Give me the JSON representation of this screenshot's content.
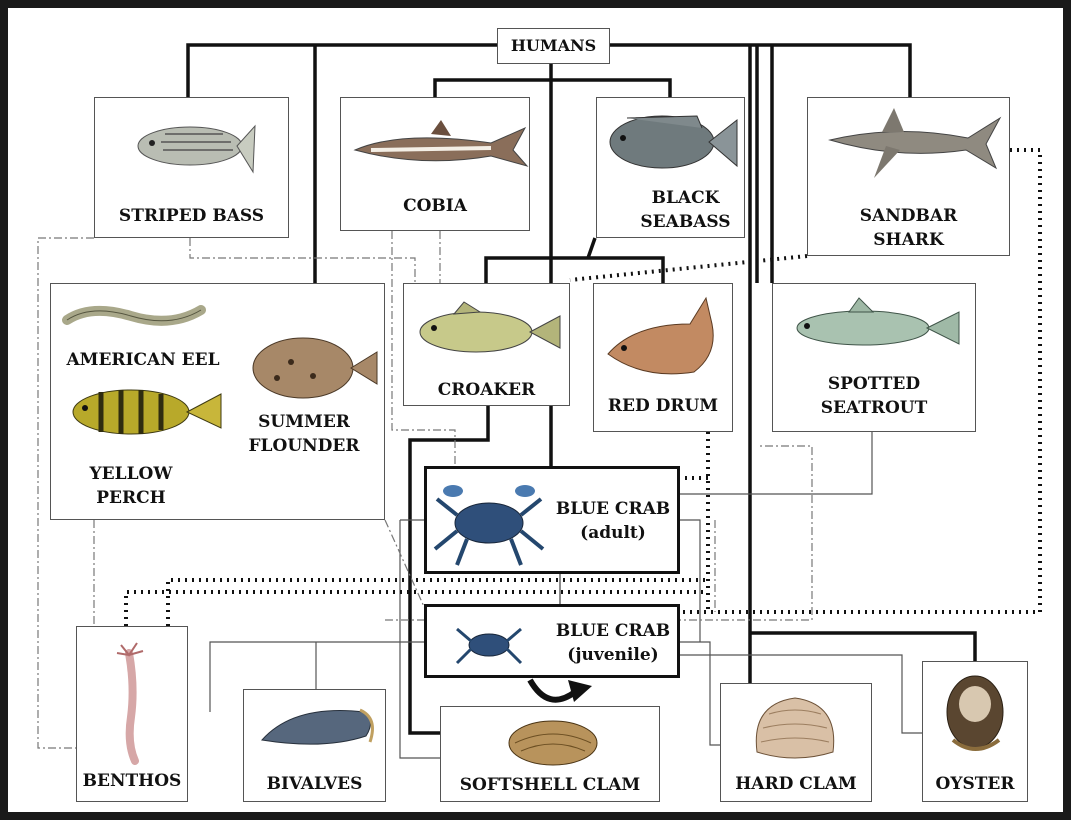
{
  "diagram": {
    "colors": {
      "frame": "#1a1a1a",
      "line": "#111111",
      "thin_line": "#666666"
    },
    "nodes": {
      "humans": "HUMANS",
      "striped_bass": "STRIPED BASS",
      "cobia": "COBIA",
      "black_seabass": [
        "BLACK",
        "SEABASS"
      ],
      "sandbar_shark": [
        "SANDBAR",
        "SHARK"
      ],
      "american_eel": "AMERICAN EEL",
      "summer_flounder": [
        "SUMMER",
        "FLOUNDER"
      ],
      "yellow_perch": [
        "YELLOW",
        "PERCH"
      ],
      "croaker": "CROAKER",
      "red_drum": "RED DRUM",
      "spotted_seatrout": [
        "SPOTTED",
        "SEATROUT"
      ],
      "blue_crab_adult": [
        "BLUE CRAB",
        "(adult)"
      ],
      "blue_crab_juvenile": [
        "BLUE CRAB",
        "(juvenile)"
      ],
      "benthos": "BENTHOS",
      "bivalves": "BIVALVES",
      "softshell_clam": "SOFTSHELL CLAM",
      "hard_clam": "HARD CLAM",
      "oyster": "OYSTER"
    },
    "icons": {
      "striped_bass": "striped-bass-icon",
      "cobia": "cobia-icon",
      "black_seabass": "black-seabass-icon",
      "sandbar_shark": "shark-icon",
      "american_eel": "eel-icon",
      "summer_flounder": "flounder-icon",
      "yellow_perch": "perch-icon",
      "croaker": "croaker-icon",
      "red_drum": "red-drum-icon",
      "spotted_seatrout": "seatrout-icon",
      "blue_crab_adult": "blue-crab-icon",
      "blue_crab_juvenile": "juvenile-crab-icon",
      "benthos": "worm-icon",
      "bivalves": "mussel-icon",
      "softshell_clam": "softshell-clam-icon",
      "hard_clam": "hard-clam-icon",
      "oyster": "oyster-icon"
    }
  }
}
